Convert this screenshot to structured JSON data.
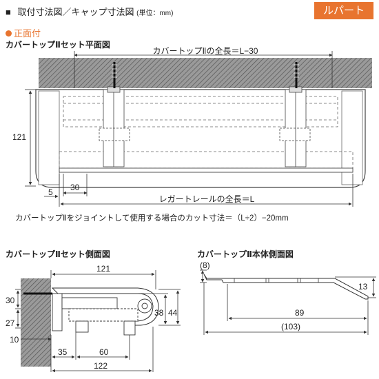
{
  "header": {
    "title": "取付寸法図／キャップ寸法図",
    "unit": "(単位：mm)",
    "badge": "ルパート"
  },
  "section": {
    "label": "正面付"
  },
  "top_view": {
    "heading": "カバートップⅡセット平面図",
    "overall_length": "カバートップⅡの全長＝L−30",
    "dim_121": "121",
    "dim_5": "5",
    "dim_30": "30",
    "rail_length": "レガートレールの全長＝L"
  },
  "note": "カバートップⅡをジョイントして使用する場合のカット寸法＝（L÷2）−20mm",
  "side_view": {
    "heading": "カバートップⅡセット側面図",
    "dim_121": "121",
    "dim_30": "30",
    "dim_27": "27",
    "dim_10": "10",
    "dim_35": "35",
    "dim_60": "60",
    "dim_122": "122",
    "dim_38": "38",
    "dim_44": "44"
  },
  "body_view": {
    "heading": "カバートップⅡ本体側面図",
    "dim_8": "(8)",
    "dim_13": "13",
    "dim_89": "89",
    "dim_103": "(103)"
  }
}
